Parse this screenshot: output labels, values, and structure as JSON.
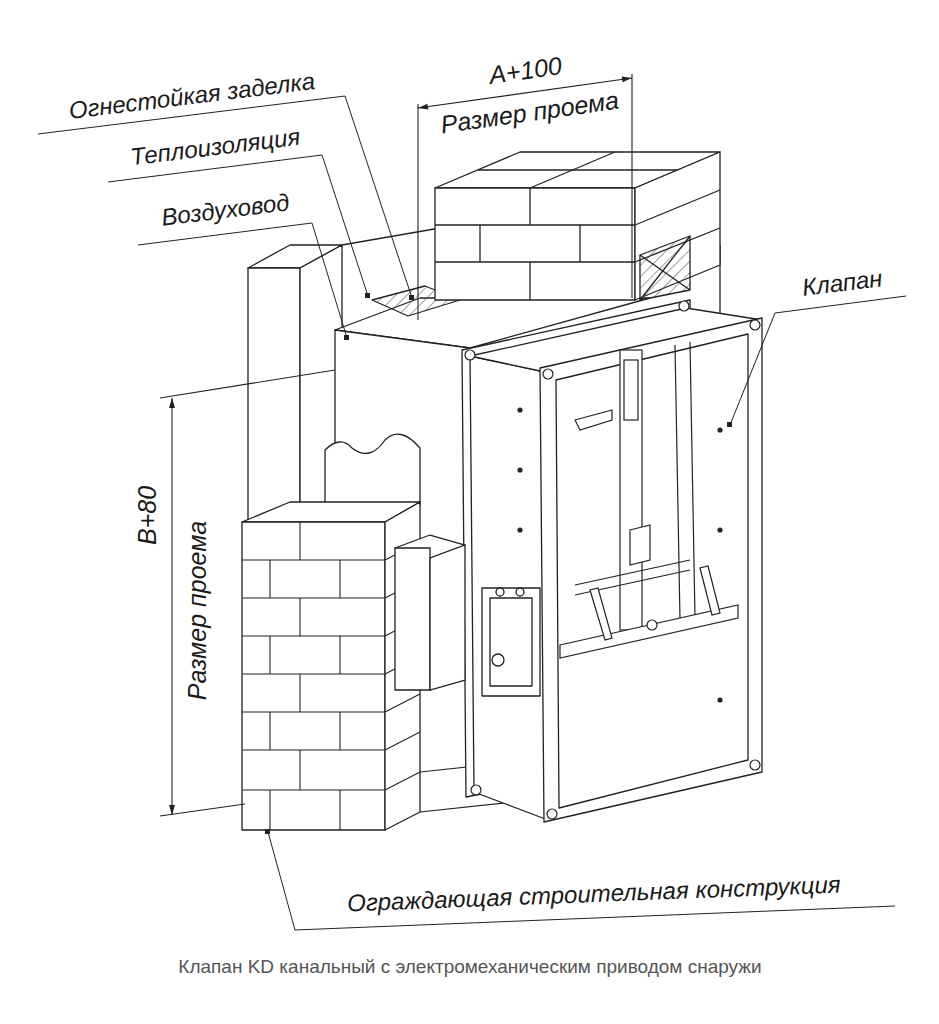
{
  "diagram": {
    "caption": "Клапан KD канальный с электромеханическим приводом снаружи",
    "labels": [
      "A+100",
      "Размер проема",
      "Огнестойкая заделка",
      "Теплоизоляция",
      "Воздуховод",
      "Клапан",
      "B+80",
      "Размер проема",
      "Ограждающая строительная конструкция"
    ]
  }
}
